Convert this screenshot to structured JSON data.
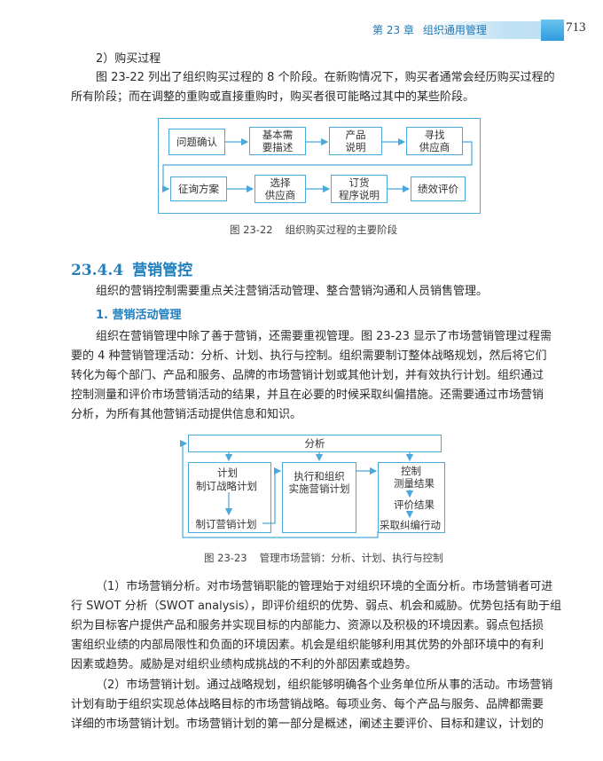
{
  "header": {
    "chapter": "第 23 章",
    "chapter_title": "组织通用管理",
    "page_number": "713"
  },
  "section2": {
    "heading": "2）购买过程",
    "para_line1": "图 23-22 列出了组织购买过程的 8 个阶段。在新购情况下，购买者通常会经历购买过程的",
    "para_line2": "所有阶段；而在调整的重购或直接重购时，购买者很可能略过其中的某些阶段。"
  },
  "fig1": {
    "row1": [
      "问题确认",
      "基本需\n要描述",
      "产品\n说明",
      "寻找\n供应商"
    ],
    "row2": [
      "征询方案",
      "选择\n供应商",
      "订货\n程序说明",
      "绩效评价"
    ],
    "caption_num": "图 23-22",
    "caption_text": "组织购买过程的主要阶段"
  },
  "section": {
    "number": "23.4.4",
    "title": "营销管控",
    "intro": "组织的营销控制需要重点关注营销活动管理、整合营销沟通和人员销售管理。"
  },
  "subsection": {
    "title": "1. 营销活动管理",
    "lines": [
      "组织在营销管理中除了善于营销，还需要重视管理。图 23-23 显示了市场营销管理过程需",
      "要的 4 种营销管理活动：分析、计划、执行与控制。组织需要制订整体战略规划，然后将它们",
      "转化为每个部门、产品和服务、品牌的市场营销计划或其他计划，并有效执行计划。组织通过",
      "控制测量和评价市场营销活动的结果，并且在必要的时候采取纠偏措施。还需要通过市场营销",
      "分析，为所有其他营销活动提供信息和知识。"
    ]
  },
  "fig2": {
    "analysis": "分析",
    "plan_title": "计划",
    "plan_sub": "制订战略计划",
    "plan_bottom": "制订营销计划",
    "exec": "执行和组织\n实施营销计划",
    "control_title": "控制",
    "control_measure": "测量结果",
    "control_eval": "评价结果",
    "control_action": "采取纠编行动",
    "caption_num": "图 23-23",
    "caption_text": "管理市场营销：分析、计划、执行与控制"
  },
  "para1_lines": [
    "（1）市场营销分析。对市场营销职能的管理始于对组织环境的全面分析。市场营销者可进",
    "行 SWOT 分析（SWOT analysis），即评价组织的优势、弱点、机会和威胁。优势包括有助于组",
    "织为目标客户提供产品和服务并实现目标的内部能力、资源以及积极的环境因素。弱点包括损",
    "害组织业绩的内部局限性和负面的环境因素。机会是组织能够利用其优势的外部环境中的有利",
    "因素或趋势。威胁是对组织业绩构成挑战的不利的外部因素或趋势。"
  ],
  "para2_lines": [
    "（2）市场营销计划。通过战略规划，组织能够明确各个业务单位所从事的活动。市场营销",
    "计划有助于组织实现总体战略目标的市场营销战略。每项业务、每个产品与服务、品牌都需要",
    "详细的市场营销计划。市场营销计划的第一部分是概述，阐述主要评价、目标和建议，计划的"
  ]
}
